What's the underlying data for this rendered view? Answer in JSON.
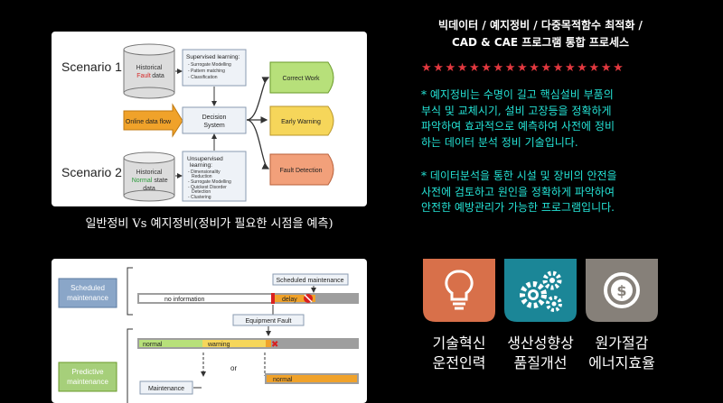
{
  "diagram1": {
    "scenario1": "Scenario 1",
    "scenario2": "Scenario 2",
    "historical_fault_line1": "Historical",
    "historical_fault_line2": "Fault",
    "historical_fault_line2b": "data",
    "historical_normal_line1": "Historical",
    "historical_normal_line2": "Normal",
    "historical_normal_line2b": "state",
    "historical_normal_line3": "data",
    "supervised_title": "Supervised learning:",
    "supervised_items": [
      "- Surrogate Modelling",
      "- Pattern matching",
      "- Classification"
    ],
    "unsupervised_title1": "Unsupervised",
    "unsupervised_title2": "learning:",
    "unsupervised_items": [
      "- Dimensionality",
      "Reduction",
      "- Surrogate Modelling",
      "- Quickest Disorder",
      "Detection",
      "- Clustering"
    ],
    "online_data_flow": "Online data flow",
    "decision_line1": "Decision",
    "decision_line2": "System",
    "correct_work": "Correct Work",
    "early_warning": "Early Warning",
    "fault_detection": "Fault Detection"
  },
  "caption1": "일반정비 Vs 예지정비(정비가 필요한 시점을 예측)",
  "diagram2": {
    "scheduled_maintenance_line1": "Scheduled",
    "scheduled_maintenance_line2": "maintenance",
    "scheduled_maintenance_box": "Scheduled maintenance",
    "no_information": "no information",
    "delay": "delay",
    "equipment_fault": "Equipment Fault",
    "normal1": "normal",
    "warning": "warning",
    "or": "or",
    "normal2": "normal",
    "predictive_line1": "Predictive",
    "predictive_line2": "maintenance",
    "maintenance": "Maintenance"
  },
  "right": {
    "title_line1": "빅데이터 / 예지정비 / 다중목적함수 최적화 /",
    "title_line2": "CAD & CAE 프로그램 통합 프로세스",
    "stars": "★★★★★★★★★★★★★★★★★",
    "para1": [
      "* 예지정비는 수명이 길고 핵심설비 부품의",
      "부식 및 교체시기, 설비 고장등을 정확하게",
      "파악하여 효과적으로 예측하여 사전에 정비",
      "하는 데이터 분석 정비 기술입니다."
    ],
    "para2": [
      "* 데이터분석을 통한 시설 및 장비의 안전을",
      "사전에 검토하고 원인을 정확하게 파악하여",
      "안전한 예방관리가 가능한 프로그램입니다."
    ]
  },
  "tiles": [
    {
      "icon": "lightbulb-icon",
      "color": "#d8704a",
      "label_line1": "기술혁신",
      "label_line2": "운전인력"
    },
    {
      "icon": "gears-icon",
      "color": "#1b8697",
      "label_line1": "생산성향상",
      "label_line2": "품질개선"
    },
    {
      "icon": "dollar-icon",
      "color": "#868079",
      "label_line1": "원가절감",
      "label_line2": "에너지효율"
    }
  ]
}
